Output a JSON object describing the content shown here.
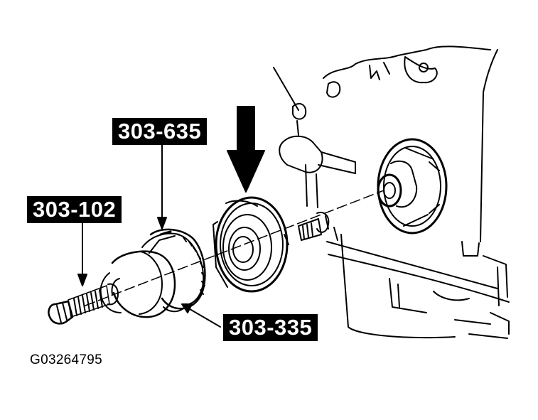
{
  "callouts": {
    "tool_303_635": "303-635",
    "tool_303_102": "303-102",
    "tool_303_335": "303-335"
  },
  "figure_code": "G03264795",
  "colors": {
    "ink": "#000000",
    "paper": "#ffffff",
    "label_bg": "#000000",
    "label_text": "#ffffff"
  }
}
